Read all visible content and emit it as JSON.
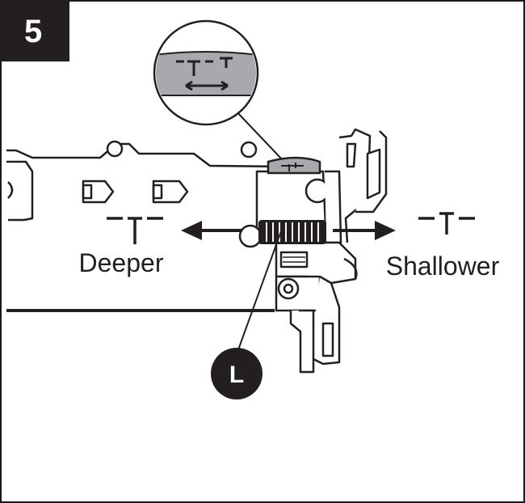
{
  "step_number": "5",
  "labels": {
    "deeper": "Deeper",
    "shallower": "Shallower",
    "callout": "L"
  },
  "colors": {
    "ink": "#231f20",
    "paper": "#ffffff",
    "highlight": "#a7a9ac",
    "callout_bg": "#231f20",
    "callout_text": "#ffffff"
  },
  "icons": [
    "nail-depth-deeper-icon",
    "nail-depth-shallower-icon",
    "arrow-left-icon",
    "arrow-right-icon",
    "adjustment-dial"
  ]
}
